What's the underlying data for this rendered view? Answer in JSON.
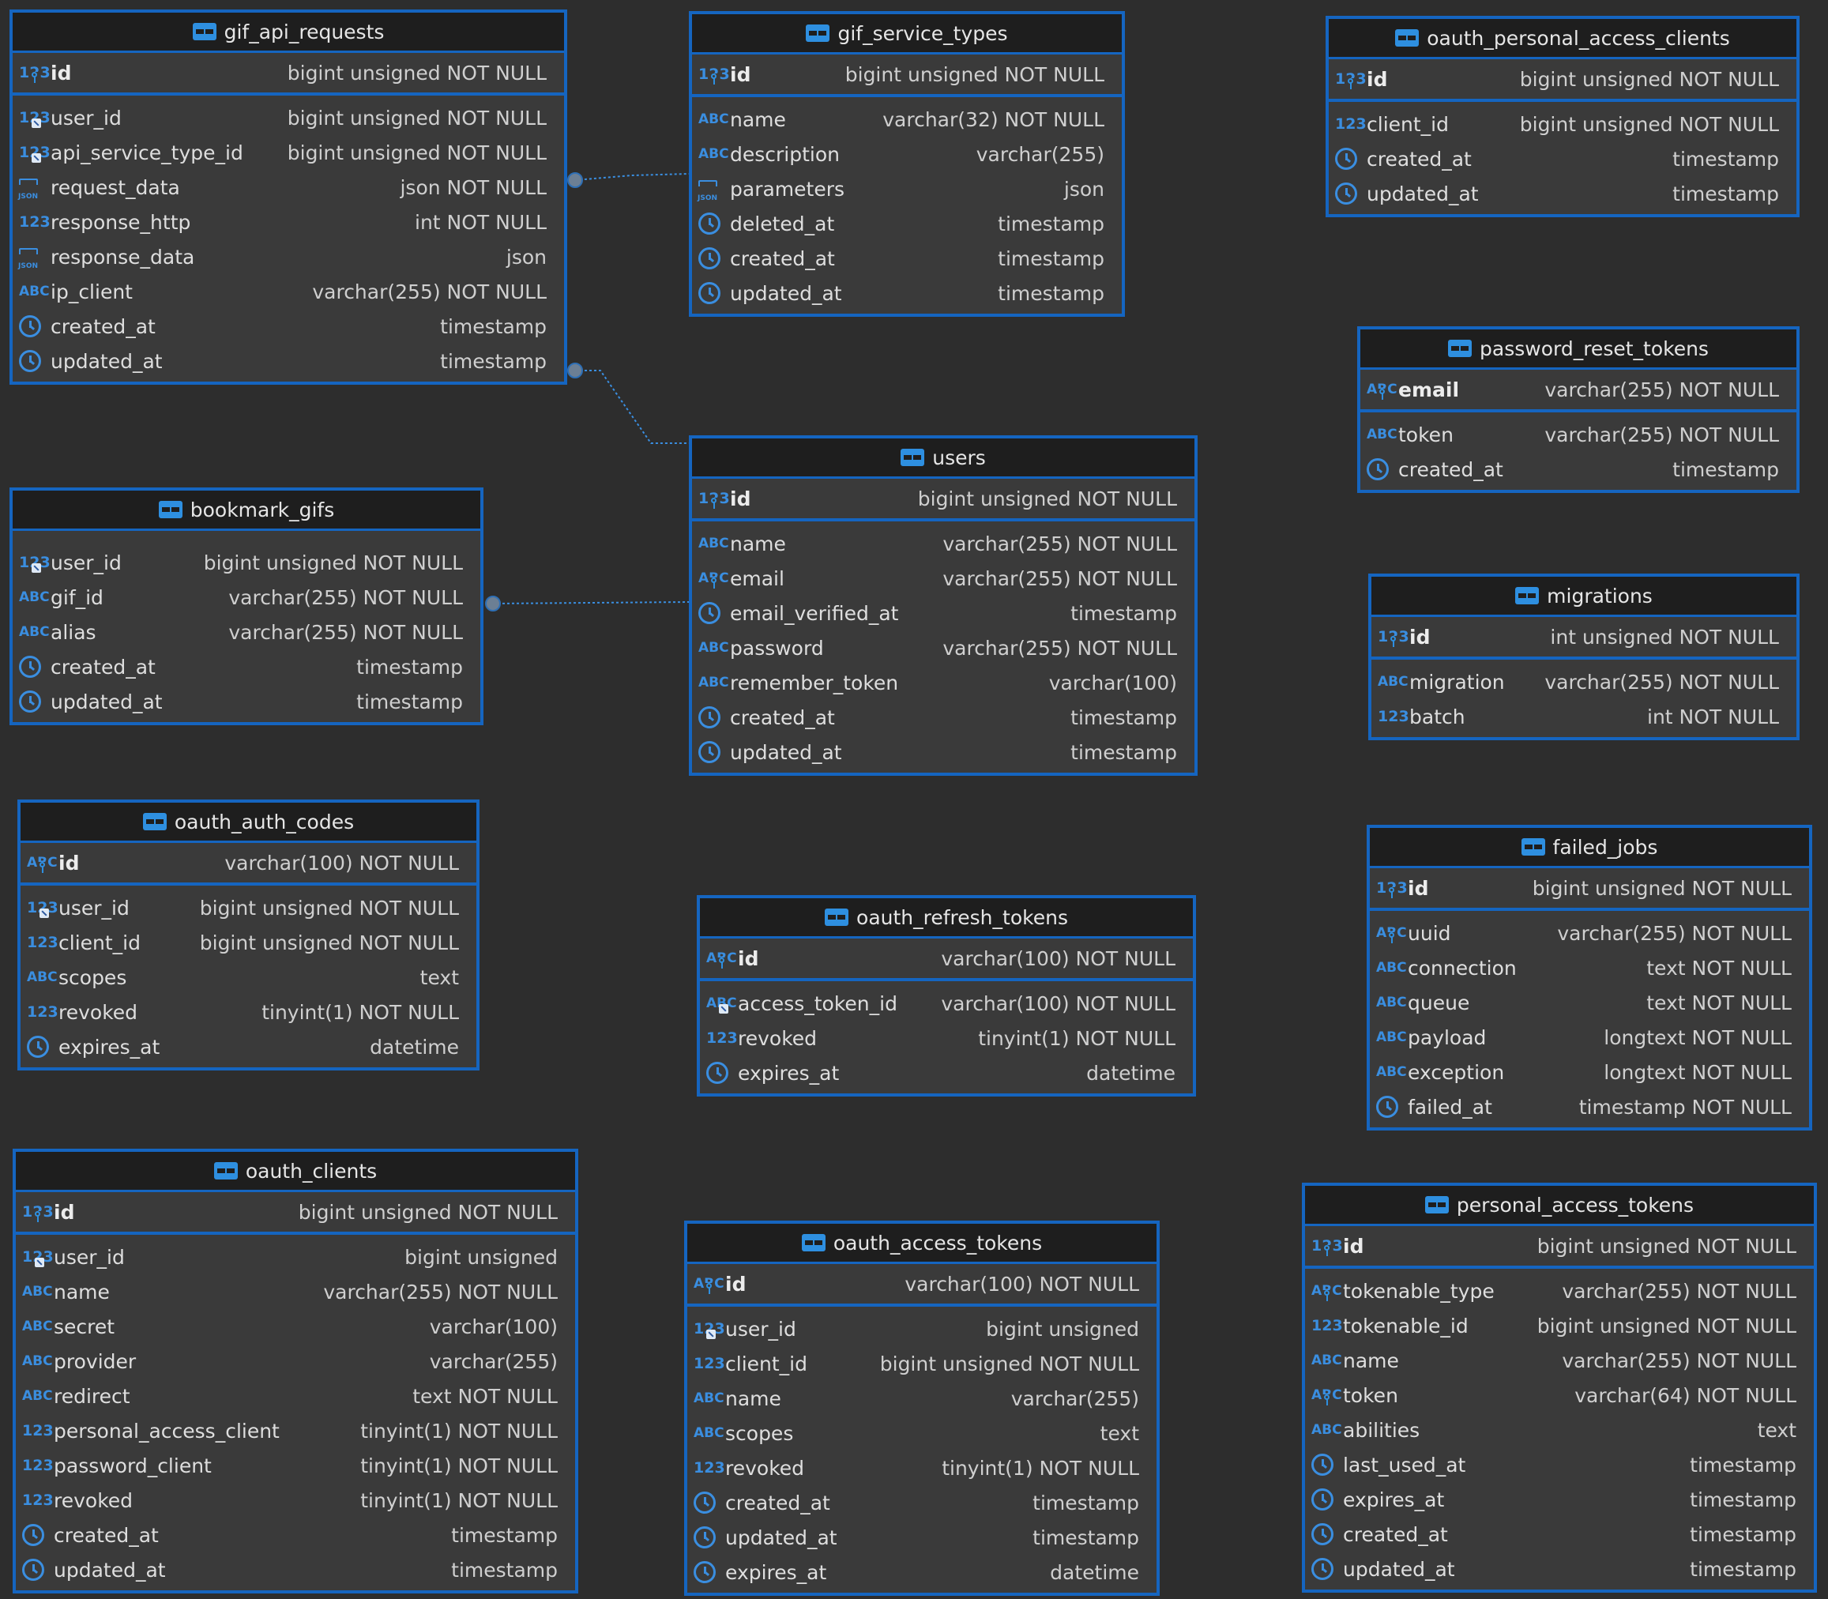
{
  "tables": [
    {
      "key": "gif_api_requests",
      "title": "gif_api_requests",
      "pk": {
        "name": "id",
        "type": "bigint unsigned NOT NULL",
        "icon": "num"
      },
      "columns": [
        {
          "name": "user_id",
          "type": "bigint unsigned NOT NULL",
          "icon": "num",
          "fk": true
        },
        {
          "name": "api_service_type_id",
          "type": "bigint unsigned NOT NULL",
          "icon": "num",
          "fk": true
        },
        {
          "name": "request_data",
          "type": "json NOT NULL",
          "icon": "json"
        },
        {
          "name": "response_http",
          "type": "int NOT NULL",
          "icon": "num"
        },
        {
          "name": "response_data",
          "type": "json",
          "icon": "json"
        },
        {
          "name": "ip_client",
          "type": "varchar(255) NOT NULL",
          "icon": "abc"
        },
        {
          "name": "created_at",
          "type": "timestamp",
          "icon": "time"
        },
        {
          "name": "updated_at",
          "type": "timestamp",
          "icon": "time"
        }
      ]
    },
    {
      "key": "gif_service_types",
      "title": "gif_service_types",
      "pk": {
        "name": "id",
        "type": "bigint unsigned NOT NULL",
        "icon": "num"
      },
      "columns": [
        {
          "name": "name",
          "type": "varchar(32) NOT NULL",
          "icon": "abc"
        },
        {
          "name": "description",
          "type": "varchar(255)",
          "icon": "abc"
        },
        {
          "name": "parameters",
          "type": "json",
          "icon": "json"
        },
        {
          "name": "deleted_at",
          "type": "timestamp",
          "icon": "time"
        },
        {
          "name": "created_at",
          "type": "timestamp",
          "icon": "time"
        },
        {
          "name": "updated_at",
          "type": "timestamp",
          "icon": "time"
        }
      ]
    },
    {
      "key": "oauth_personal_access_clients",
      "title": "oauth_personal_access_clients",
      "pk": {
        "name": "id",
        "type": "bigint unsigned NOT NULL",
        "icon": "num"
      },
      "columns": [
        {
          "name": "client_id",
          "type": "bigint unsigned NOT NULL",
          "icon": "num"
        },
        {
          "name": "created_at",
          "type": "timestamp",
          "icon": "time"
        },
        {
          "name": "updated_at",
          "type": "timestamp",
          "icon": "time"
        }
      ]
    },
    {
      "key": "password_reset_tokens",
      "title": "password_reset_tokens",
      "pk": {
        "name": "email",
        "type": "varchar(255) NOT NULL",
        "icon": "abc"
      },
      "columns": [
        {
          "name": "token",
          "type": "varchar(255) NOT NULL",
          "icon": "abc"
        },
        {
          "name": "created_at",
          "type": "timestamp",
          "icon": "time"
        }
      ]
    },
    {
      "key": "bookmark_gifs",
      "title": "bookmark_gifs",
      "pk": null,
      "columns": [
        {
          "name": "user_id",
          "type": "bigint unsigned NOT NULL",
          "icon": "num",
          "fk": true
        },
        {
          "name": "gif_id",
          "type": "varchar(255) NOT NULL",
          "icon": "abc"
        },
        {
          "name": "alias",
          "type": "varchar(255) NOT NULL",
          "icon": "abc"
        },
        {
          "name": "created_at",
          "type": "timestamp",
          "icon": "time"
        },
        {
          "name": "updated_at",
          "type": "timestamp",
          "icon": "time"
        }
      ]
    },
    {
      "key": "users",
      "title": "users",
      "pk": {
        "name": "id",
        "type": "bigint unsigned NOT NULL",
        "icon": "num"
      },
      "columns": [
        {
          "name": "name",
          "type": "varchar(255) NOT NULL",
          "icon": "abc"
        },
        {
          "name": "email",
          "type": "varchar(255) NOT NULL",
          "icon": "abc",
          "key": true
        },
        {
          "name": "email_verified_at",
          "type": "timestamp",
          "icon": "time"
        },
        {
          "name": "password",
          "type": "varchar(255) NOT NULL",
          "icon": "abc"
        },
        {
          "name": "remember_token",
          "type": "varchar(100)",
          "icon": "abc"
        },
        {
          "name": "created_at",
          "type": "timestamp",
          "icon": "time"
        },
        {
          "name": "updated_at",
          "type": "timestamp",
          "icon": "time"
        }
      ]
    },
    {
      "key": "migrations",
      "title": "migrations",
      "pk": {
        "name": "id",
        "type": "int unsigned NOT NULL",
        "icon": "num"
      },
      "columns": [
        {
          "name": "migration",
          "type": "varchar(255) NOT NULL",
          "icon": "abc"
        },
        {
          "name": "batch",
          "type": "int NOT NULL",
          "icon": "num"
        }
      ]
    },
    {
      "key": "oauth_auth_codes",
      "title": "oauth_auth_codes",
      "pk": {
        "name": "id",
        "type": "varchar(100) NOT NULL",
        "icon": "abc"
      },
      "columns": [
        {
          "name": "user_id",
          "type": "bigint unsigned NOT NULL",
          "icon": "num",
          "fk": true
        },
        {
          "name": "client_id",
          "type": "bigint unsigned NOT NULL",
          "icon": "num"
        },
        {
          "name": "scopes",
          "type": "text",
          "icon": "abc"
        },
        {
          "name": "revoked",
          "type": "tinyint(1) NOT NULL",
          "icon": "num"
        },
        {
          "name": "expires_at",
          "type": "datetime",
          "icon": "time"
        }
      ]
    },
    {
      "key": "failed_jobs",
      "title": "failed_jobs",
      "pk": {
        "name": "id",
        "type": "bigint unsigned NOT NULL",
        "icon": "num"
      },
      "columns": [
        {
          "name": "uuid",
          "type": "varchar(255) NOT NULL",
          "icon": "abc",
          "key": true
        },
        {
          "name": "connection",
          "type": "text NOT NULL",
          "icon": "abc"
        },
        {
          "name": "queue",
          "type": "text NOT NULL",
          "icon": "abc"
        },
        {
          "name": "payload",
          "type": "longtext NOT NULL",
          "icon": "abc"
        },
        {
          "name": "exception",
          "type": "longtext NOT NULL",
          "icon": "abc"
        },
        {
          "name": "failed_at",
          "type": "timestamp NOT NULL",
          "icon": "time"
        }
      ]
    },
    {
      "key": "oauth_refresh_tokens",
      "title": "oauth_refresh_tokens",
      "pk": {
        "name": "id",
        "type": "varchar(100) NOT NULL",
        "icon": "abc"
      },
      "columns": [
        {
          "name": "access_token_id",
          "type": "varchar(100) NOT NULL",
          "icon": "abc",
          "fk": true
        },
        {
          "name": "revoked",
          "type": "tinyint(1) NOT NULL",
          "icon": "num"
        },
        {
          "name": "expires_at",
          "type": "datetime",
          "icon": "time"
        }
      ]
    },
    {
      "key": "oauth_clients",
      "title": "oauth_clients",
      "pk": {
        "name": "id",
        "type": "bigint unsigned NOT NULL",
        "icon": "num"
      },
      "columns": [
        {
          "name": "user_id",
          "type": "bigint unsigned",
          "icon": "num",
          "fk": true
        },
        {
          "name": "name",
          "type": "varchar(255) NOT NULL",
          "icon": "abc"
        },
        {
          "name": "secret",
          "type": "varchar(100)",
          "icon": "abc"
        },
        {
          "name": "provider",
          "type": "varchar(255)",
          "icon": "abc"
        },
        {
          "name": "redirect",
          "type": "text NOT NULL",
          "icon": "abc"
        },
        {
          "name": "personal_access_client",
          "type": "tinyint(1) NOT NULL",
          "icon": "num"
        },
        {
          "name": "password_client",
          "type": "tinyint(1) NOT NULL",
          "icon": "num"
        },
        {
          "name": "revoked",
          "type": "tinyint(1) NOT NULL",
          "icon": "num"
        },
        {
          "name": "created_at",
          "type": "timestamp",
          "icon": "time"
        },
        {
          "name": "updated_at",
          "type": "timestamp",
          "icon": "time"
        }
      ]
    },
    {
      "key": "oauth_access_tokens",
      "title": "oauth_access_tokens",
      "pk": {
        "name": "id",
        "type": "varchar(100) NOT NULL",
        "icon": "abc"
      },
      "columns": [
        {
          "name": "user_id",
          "type": "bigint unsigned",
          "icon": "num",
          "fk": true
        },
        {
          "name": "client_id",
          "type": "bigint unsigned NOT NULL",
          "icon": "num"
        },
        {
          "name": "name",
          "type": "varchar(255)",
          "icon": "abc"
        },
        {
          "name": "scopes",
          "type": "text",
          "icon": "abc"
        },
        {
          "name": "revoked",
          "type": "tinyint(1) NOT NULL",
          "icon": "num"
        },
        {
          "name": "created_at",
          "type": "timestamp",
          "icon": "time"
        },
        {
          "name": "updated_at",
          "type": "timestamp",
          "icon": "time"
        },
        {
          "name": "expires_at",
          "type": "datetime",
          "icon": "time"
        }
      ]
    },
    {
      "key": "personal_access_tokens",
      "title": "personal_access_tokens",
      "pk": {
        "name": "id",
        "type": "bigint unsigned NOT NULL",
        "icon": "num"
      },
      "columns": [
        {
          "name": "tokenable_type",
          "type": "varchar(255) NOT NULL",
          "icon": "abc",
          "key": true
        },
        {
          "name": "tokenable_id",
          "type": "bigint unsigned NOT NULL",
          "icon": "num"
        },
        {
          "name": "name",
          "type": "varchar(255) NOT NULL",
          "icon": "abc"
        },
        {
          "name": "token",
          "type": "varchar(64) NOT NULL",
          "icon": "abc",
          "key": true
        },
        {
          "name": "abilities",
          "type": "text",
          "icon": "abc"
        },
        {
          "name": "last_used_at",
          "type": "timestamp",
          "icon": "time"
        },
        {
          "name": "expires_at",
          "type": "timestamp",
          "icon": "time"
        },
        {
          "name": "created_at",
          "type": "timestamp",
          "icon": "time"
        },
        {
          "name": "updated_at",
          "type": "timestamp",
          "icon": "time"
        }
      ]
    }
  ],
  "relations": [
    {
      "from": "gif_api_requests",
      "to": "gif_service_types"
    },
    {
      "from": "gif_api_requests",
      "to": "users"
    },
    {
      "from": "bookmark_gifs",
      "to": "users"
    }
  ],
  "colors": {
    "background": "#2d2d2d",
    "border": "#1565c0",
    "header": "#1e1e1e",
    "icon": "#3a8ee0",
    "link": "#3a8ee0"
  }
}
